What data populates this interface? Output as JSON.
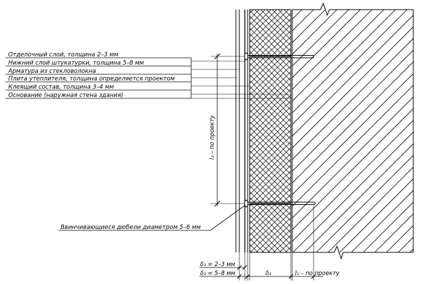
{
  "layers": [
    "Отделочный слой, толщина 2–3 мм",
    "Нижний слой штукатурки, толщина 5–8 мм",
    "Арматура из стекловолокна",
    "Плита утеплителя, толщина определяется проектом",
    "Клеящий состав, толщина 3–4 мм",
    "Основание (наружная стена здания)"
  ],
  "dowel_note": "Ввинчивающиеся дюбели диаметром 5–6 мм",
  "dims": {
    "l2": "l₂ – по проекту",
    "d1": "δ₁ = 2–3 мм",
    "d2": "δ₂ = 5–8 мм",
    "d3": "δ₃",
    "l1": "l₁ – по проекту"
  }
}
